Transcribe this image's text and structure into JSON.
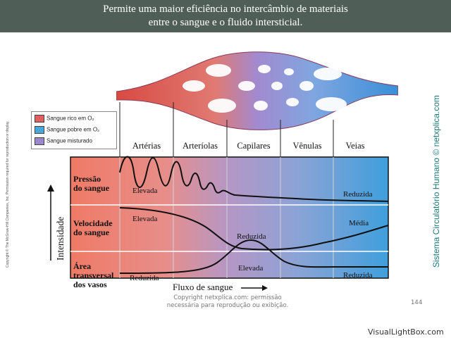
{
  "title": {
    "line1": "Permite uma maior eficiência no intercâmbio de materiais",
    "line2": "entre o sangue e o fluido intersticial."
  },
  "copyright_left": "Copyright © The McGraw-Hill Companies, Inc. Permission required for reproduction or display.",
  "side_label": "Sistema Circulatório Humano © netxplica.com",
  "legend": [
    {
      "label": "Sangue rico em O₂",
      "color": "#e06060"
    },
    {
      "label": "Sangue pobre em O₂",
      "color": "#4aa8d8"
    },
    {
      "label": "Sangue misturado",
      "color": "#9a88c8"
    }
  ],
  "columns": [
    "Artérias",
    "Arteríolas",
    "Capilares",
    "Vênulas",
    "Veias"
  ],
  "rows": [
    {
      "label_line1": "Pressão",
      "label_line2": "do sangue",
      "label_line3": "",
      "annotations": [
        "Elevada",
        "Reduzida"
      ]
    },
    {
      "label_line1": "Velocidade",
      "label_line2": "do sangue",
      "label_line3": "",
      "annotations": [
        "Elevada",
        "Reduzida",
        "Média"
      ]
    },
    {
      "label_line1": "Área",
      "label_line2": "transversal",
      "label_line3": "dos vasos",
      "annotations": [
        "Reduzida",
        "Elevada",
        "Reduzida"
      ]
    }
  ],
  "y_axis_label": "Intensidade",
  "x_axis_label": "Fluxo de sangue",
  "copyright_bottom": {
    "line1": "Copyright netxplica.com: permissão",
    "line2": "necessária para reprodução ou exibição."
  },
  "page_number": "144",
  "watermark": "VisualLightBox.com",
  "colors": {
    "arterial": "#e8655a",
    "venous": "#3fa3dc",
    "mixed": "#a58ac8",
    "title_bar": "#4f5f57"
  }
}
